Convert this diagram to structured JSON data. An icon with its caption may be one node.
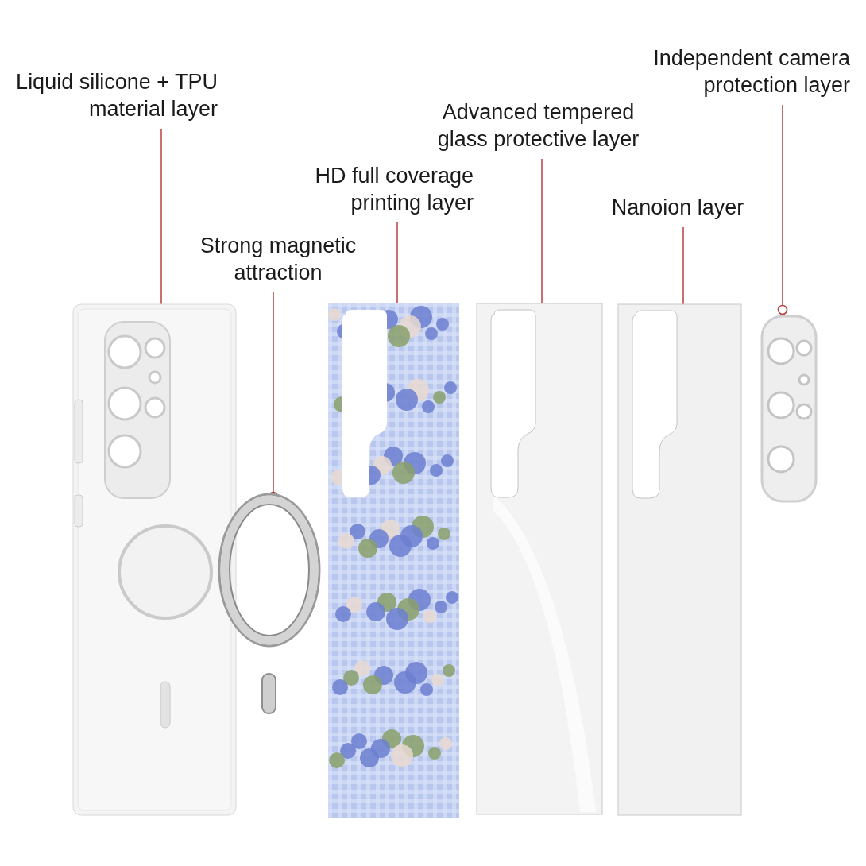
{
  "diagram": {
    "nodes": [
      {
        "text": [
          "Liquid silicone + TPU material layer"
        ]
      },
      {
        "text": [
          "Strong magnetic attraction"
        ]
      },
      {
        "text": [
          "HD full coverage printing layer"
        ]
      },
      {
        "text": [
          "Advanced tempered glass protective layer"
        ]
      },
      {
        "text": [
          "Nanoion layer"
        ]
      },
      {
        "text": [
          "Independent camera protection layer"
        ]
      },
      {
        "text": [],
        "shape": "picture"
      },
      {
        "text": [],
        "shape": "picture"
      },
      {
        "text": [],
        "shape": "picture"
      },
      {
        "text": [],
        "shape": "picture"
      },
      {
        "text": [],
        "shape": "picture"
      },
      {
        "text": [],
        "shape": "picture"
      }
    ],
    "edges": [
      {
        "from": 0,
        "to": 6,
        "arrow": "other",
        "color": "#b5413f"
      },
      {
        "from": 1,
        "to": 7,
        "arrow": "other",
        "color": "#b5413f"
      },
      {
        "from": 2,
        "to": 8,
        "arrow": "other",
        "color": "#b5413f"
      },
      {
        "from": 3,
        "to": 9,
        "arrow": "other",
        "color": "#b5413f"
      },
      {
        "from": 4,
        "to": 10,
        "arrow": "other",
        "color": "#b5413f"
      },
      {
        "from": 5,
        "to": 11,
        "arrow": "other",
        "color": "#b5413f"
      }
    ]
  }
}
